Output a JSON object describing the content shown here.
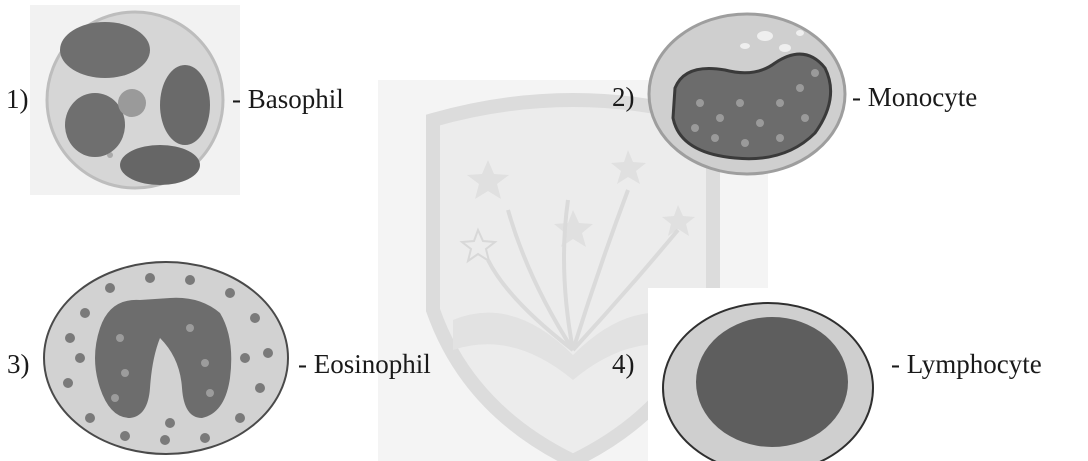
{
  "cells": [
    {
      "number": "1)",
      "label": "- Basophil",
      "icon": "basophil-icon"
    },
    {
      "number": "2)",
      "label": "- Monocyte",
      "icon": "monocyte-icon"
    },
    {
      "number": "3)",
      "label": "- Eosinophil",
      "icon": "eosinophil-icon"
    },
    {
      "number": "4)",
      "label": "- Lymphocyte",
      "icon": "lymphocyte-icon"
    }
  ],
  "colors": {
    "cell_fill": "#c8c8c8",
    "nucleus_fill": "#6e6e6e",
    "granule_fill": "#7a7a7a",
    "watermark": "#e6e6e6"
  }
}
